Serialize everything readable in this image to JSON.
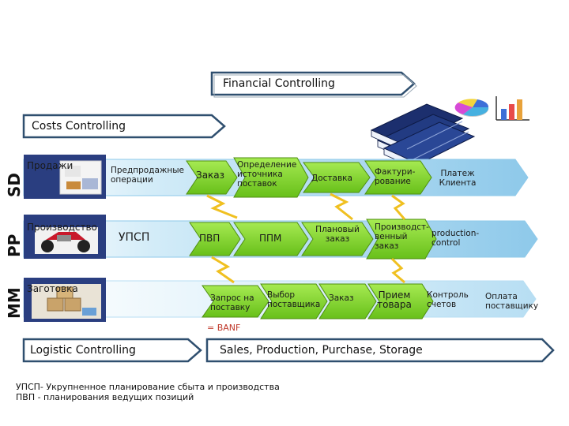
{
  "headers": {
    "financial": "Financial Controlling",
    "costs": "Costs Controlling",
    "logistic": "Logistic Controlling",
    "sales_production": "Sales, Production, Purchase, Storage"
  },
  "modules": {
    "sd": "SD",
    "pp": "PP",
    "mm": "MM"
  },
  "rows": {
    "sd": {
      "label": "Продажи",
      "steps": [
        "Предпродажные операции",
        "Заказ",
        "Определение источника поставок",
        "Доставка",
        "Фактури-рование",
        "Платеж Клиента"
      ]
    },
    "pp": {
      "label": "Производство",
      "steps": [
        "УПСП",
        "ПВП",
        "ППМ",
        "Плановый заказ",
        "Производст-венный заказ",
        "production-control"
      ]
    },
    "mm": {
      "label": "Заготовка",
      "steps": [
        "Запрос на поставку",
        "Выбор поставщика",
        "Заказ",
        "Прием товара",
        "Контроль счетов",
        "Оплата поставщику"
      ],
      "banf": "= BANF"
    }
  },
  "footnotes": [
    "УПСП- Укрупненное планирование сбыта и производства",
    "ПВП - планирования ведущих позиций"
  ],
  "colors": {
    "green": "#7ED321",
    "green_dark": "#4f8f10",
    "blue_band": "#8ec9ea",
    "blue_band_light": "#d3ecf8",
    "header_border": "#2f4f6f",
    "spark": "#f0c020"
  },
  "icons": [
    "books-icon",
    "pie-chart-icon",
    "bar-chart-icon",
    "sales-photo-icon",
    "motorcycle-icon",
    "warehouse-boxes-icon"
  ]
}
